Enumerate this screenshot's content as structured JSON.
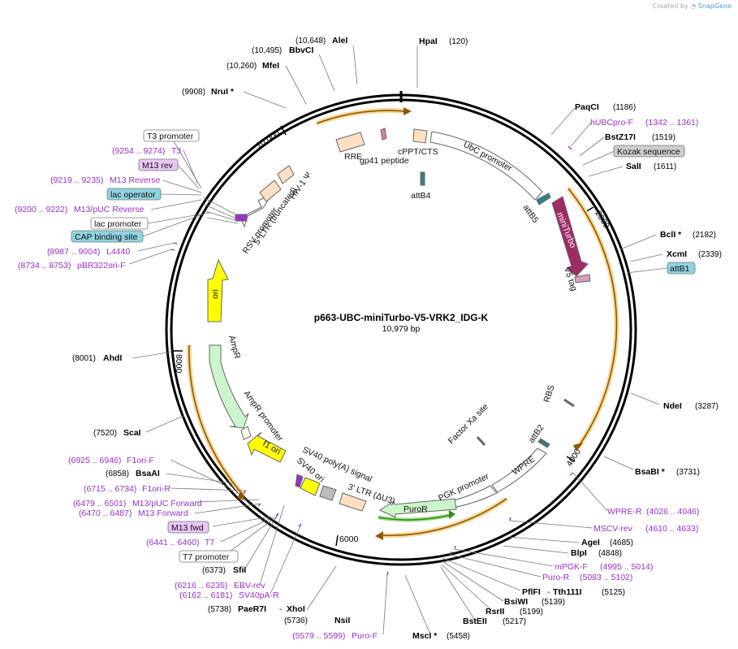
{
  "credit": {
    "prefix": "Created by",
    "brand": "SnapGene"
  },
  "plasmid": {
    "name": "p663-UBC-miniTurbo-V5-VRK2_IDG-K",
    "length": "10,979 bp"
  },
  "ruler": [
    "2000",
    "4000",
    "6000",
    "8000",
    "10,000"
  ],
  "enzymes": [
    {
      "name": "HpaI",
      "pos": "(120)"
    },
    {
      "name": "PaqCI",
      "pos": "(1186)"
    },
    {
      "name": "BstZ17I",
      "pos": "(1519)"
    },
    {
      "name": "SalI",
      "pos": "(1611)"
    },
    {
      "name": "BclI *",
      "pos": "(2182)"
    },
    {
      "name": "XcmI",
      "pos": "(2339)"
    },
    {
      "name": "NdeI",
      "pos": "(3287)"
    },
    {
      "name": "BsaBI *",
      "pos": "(3731)"
    },
    {
      "name": "AgeI",
      "pos": "(4685)"
    },
    {
      "name": "BlpI",
      "pos": "(4848)"
    },
    {
      "name": "Tth111I",
      "pos": "(5125)"
    },
    {
      "name": "PflFI",
      "pos": "-"
    },
    {
      "name": "BsiWI",
      "pos": "(5139)"
    },
    {
      "name": "RsrII",
      "pos": "(5199)"
    },
    {
      "name": "BstEII",
      "pos": "(5217)"
    },
    {
      "name": "MscI *",
      "pos": "(5458)"
    },
    {
      "name": "NsiI",
      "pos": "(5736)"
    },
    {
      "name": "XhoI",
      "pos": "(5738)"
    },
    {
      "name": "PaeR7I",
      "pos": "-"
    },
    {
      "name": "SfiI",
      "pos": "(6373)"
    },
    {
      "name": "BsaAI",
      "pos": "(6858)"
    },
    {
      "name": "ScaI",
      "pos": "(7520)"
    },
    {
      "name": "AhdI",
      "pos": "(8001)"
    },
    {
      "name": "NruI *",
      "pos": "(9908)"
    },
    {
      "name": "MfeI",
      "pos": "(10,260)"
    },
    {
      "name": "BbvCI",
      "pos": "(10,495)"
    },
    {
      "name": "AleI",
      "pos": "(10,648)"
    }
  ],
  "primers": [
    {
      "name": "hUBCpro-F",
      "range": "(1342 .. 1361)"
    },
    {
      "name": "WPRE-R",
      "range": "(4026 .. 4046)"
    },
    {
      "name": "MSCV-rev",
      "range": "(4610 .. 4633)"
    },
    {
      "name": "mPGK-F",
      "range": "(4995 .. 5014)"
    },
    {
      "name": "Puro-R",
      "range": "(5083 .. 5102)"
    },
    {
      "name": "Puro-F",
      "range": "(5579 .. 5599)"
    },
    {
      "name": "SV40pA-R",
      "range": "(6162 .. 6181)"
    },
    {
      "name": "EBV-rev",
      "range": "(6216 .. 6235)"
    },
    {
      "name": "T7",
      "range": "(6441 .. 6460)"
    },
    {
      "name": "M13 Forward",
      "range": "(6470 .. 6487)"
    },
    {
      "name": "M13/pUC Forward",
      "range": "(6479 .. 6501)"
    },
    {
      "name": "F1ori-R",
      "range": "(6715 .. 6734)"
    },
    {
      "name": "F1ori-F",
      "range": "(6925 .. 6946)"
    },
    {
      "name": "pBR322ori-F",
      "range": "(8734 .. 8753)"
    },
    {
      "name": "L4440",
      "range": "(8987 .. 9004)"
    },
    {
      "name": "M13/pUC Reverse",
      "range": "(9200 .. 9222)"
    },
    {
      "name": "M13 Reverse",
      "range": "(9219 .. 9235)"
    },
    {
      "name": "T3",
      "range": "(9254 .. 9274)"
    }
  ],
  "boxed_labels": {
    "kozak": "Kozak sequence",
    "attB1": "attB1",
    "m13fwd": "M13 fwd",
    "t7prom": "T7 promoter",
    "t3prom": "T3 promoter",
    "m13rev": "M13 rev",
    "lacop": "lac operator",
    "lacprom": "lac promoter",
    "cap": "CAP binding site"
  },
  "features": {
    "rre": "RRE",
    "gp41": "gp41 peptide",
    "cppt": "cPPT/CTS",
    "ubc": "UbC promoter",
    "attb4": "attB4",
    "attb5": "attB5",
    "miniturbo": "miniTurbo",
    "v5": "V5 tag",
    "rbs": "RBS",
    "factorxa": "Factor Xa site",
    "attb2": "attB2",
    "wpre": "WPRE",
    "pgk": "PGK promoter",
    "puror": "PuroR",
    "ltr3": "3' LTR (ΔU3)",
    "sv40pa": "SV40 poly(A) signal",
    "sv40ori": "SV40 ori",
    "f1ori": "f1 ori",
    "amprprom": "AmpR promoter",
    "ampr": "AmpR",
    "ori": "ori",
    "rsv": "RSV promoter",
    "ltr5": "5' LTR (truncated)",
    "hiv": "HIV-1 Ψ"
  },
  "colors": {
    "enzyme": "#000000",
    "primer": "#9b30c8",
    "orf": "#f2a91c",
    "ori": "#ffff00",
    "amp": "#ccf5cc",
    "lentiFeature": "#ffe0c2",
    "miniTurbo": "#9e2b64",
    "box_blue": "#8fd3df",
    "box_purple": "#e8c6f5",
    "box_gray": "#cdcdcd"
  }
}
